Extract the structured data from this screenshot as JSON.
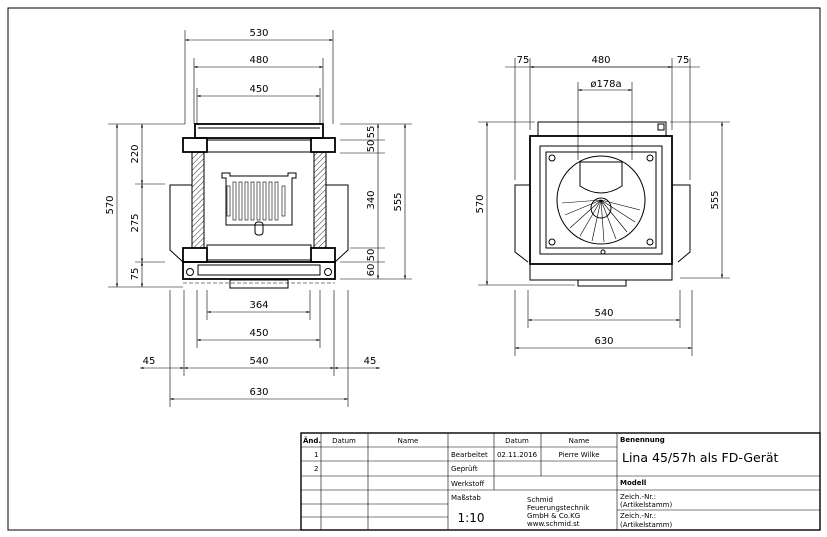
{
  "left_view": {
    "dims_top": [
      "530",
      "480",
      "450"
    ],
    "dims_left": {
      "total": "570",
      "upper": "220",
      "middle": "275",
      "lower": "75"
    },
    "dims_right": {
      "a": "55",
      "b": "50",
      "c": "340",
      "d": "50",
      "e": "60",
      "total": "555"
    },
    "dims_bottom": {
      "grate": "364",
      "inner": "450",
      "body": "540",
      "left_offset": "45",
      "right_offset": "45",
      "total": "630"
    }
  },
  "right_view": {
    "dims_top": {
      "left": "75",
      "center": "480",
      "right": "75",
      "flue": "ø178a"
    },
    "dims_left": {
      "total": "570"
    },
    "dims_right": {
      "total": "555"
    },
    "dims_bottom": {
      "body": "540",
      "total": "630"
    }
  },
  "title_block": {
    "rev_headers": {
      "nr": "Änd.",
      "date": "Datum",
      "name": "Name"
    },
    "rev_rows": [
      "1",
      "2"
    ],
    "headers": {
      "date": "Datum",
      "name": "Name"
    },
    "bearbeitet": {
      "label": "Bearbeitet",
      "date": "02.11.2016",
      "name": "Pierre Wilke"
    },
    "geprueft": {
      "label": "Geprüft"
    },
    "werkstoff": {
      "label": "Werkstoff"
    },
    "massstab": {
      "label": "Maßstab",
      "value": "1:10"
    },
    "company": [
      "Schmid",
      "Feuerungstechnik",
      "GmbH & Co.KG",
      "www.schmid.st"
    ],
    "benennung_label": "Benennung",
    "benennung": "Lina 45/57h als FD-Gerät",
    "modell_label": "Modell",
    "zeich1": [
      "Zeich.-Nr.:",
      "(Artikelstamm)"
    ],
    "zeich2": [
      "Zeich.-Nr.:",
      "(Artikelstamm)"
    ]
  }
}
